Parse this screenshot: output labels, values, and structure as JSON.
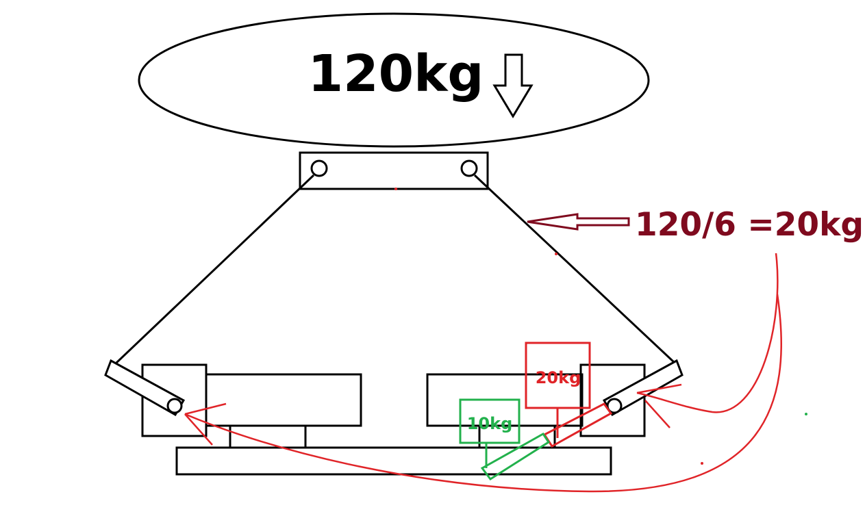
{
  "load_label": "120kg",
  "force_label": "120/6 =20kg",
  "red_box_label": "20kg",
  "green_box_label": "10kg",
  "colors": {
    "ink": "#000000",
    "maroon": "#7f0a1e",
    "red": "#e02428",
    "green": "#22b14c"
  }
}
